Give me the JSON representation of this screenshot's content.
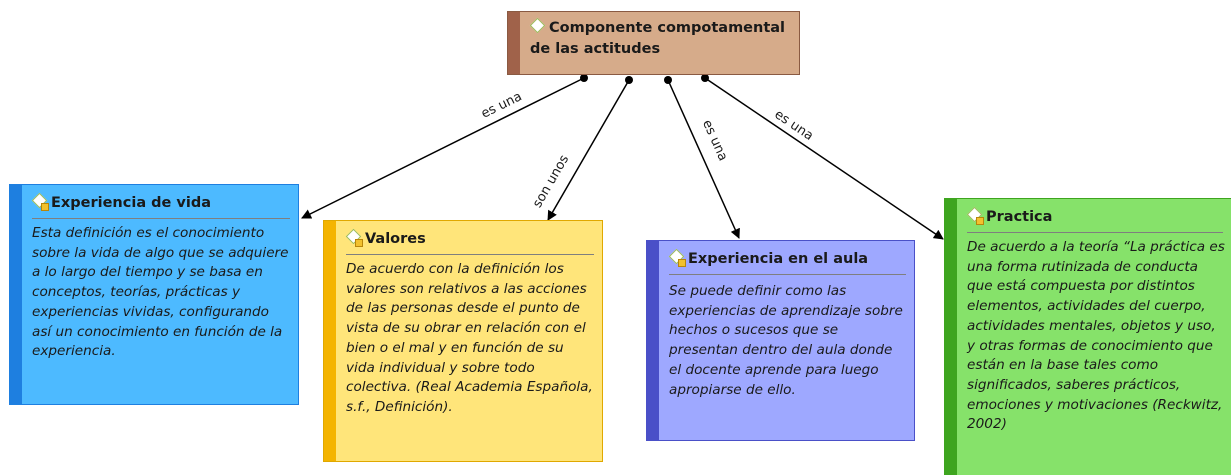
{
  "root": {
    "title": "Componente compotamental de las actitudes"
  },
  "link_labels": {
    "experiencia_de_vida": "es una",
    "valores": "son unos",
    "experiencia_en_el_aula": "es una",
    "practica": "es una"
  },
  "nodes": {
    "experiencia_de_vida": {
      "title": "Experiencia de vida",
      "text": "Esta definición es el conocimiento sobre la vida de algo que se adquiere a lo largo del tiempo y se basa en conceptos, teorías, prácticas y experiencias vividas, configurando así un conocimiento en función de la experiencia."
    },
    "valores": {
      "title": "Valores",
      "text": "De acuerdo con la  definición los valores son relativos a las acciones de las personas desde el punto de vista de su obrar en relación con el bien o el mal y en función de su vida individual y sobre todo colectiva.  (Real Academia Española, s.f., Definición)."
    },
    "experiencia_en_el_aula": {
      "title": "Experiencia en el aula",
      "text": "Se puede definir como las experiencias de aprendizaje sobre hechos o sucesos que se presentan dentro del aula donde el docente aprende para luego apropiarse de ello."
    },
    "practica": {
      "title": "Practica",
      "text": "De acuerdo a la teoría “La práctica es una forma rutinizada de conducta que está compuesta por distintos elementos, actividades del cuerpo, actividades mentales, objetos y uso, y otras formas de conocimiento que están en la base tales como significados, saberes prácticos, emociones y motivaciones (Reckwitz, 2002)"
    }
  },
  "colors": {
    "root_fill": "#d6ab8a",
    "root_stripe": "#a0624a",
    "vida_fill": "#4dbaff",
    "vida_stripe": "#1e7fe0",
    "valores_fill": "#ffe57a",
    "valores_stripe": "#f4b400",
    "aula_fill": "#9ea8ff",
    "aula_stripe": "#4a50c8",
    "practica_fill": "#86e26a",
    "practica_stripe": "#3ea51f"
  }
}
